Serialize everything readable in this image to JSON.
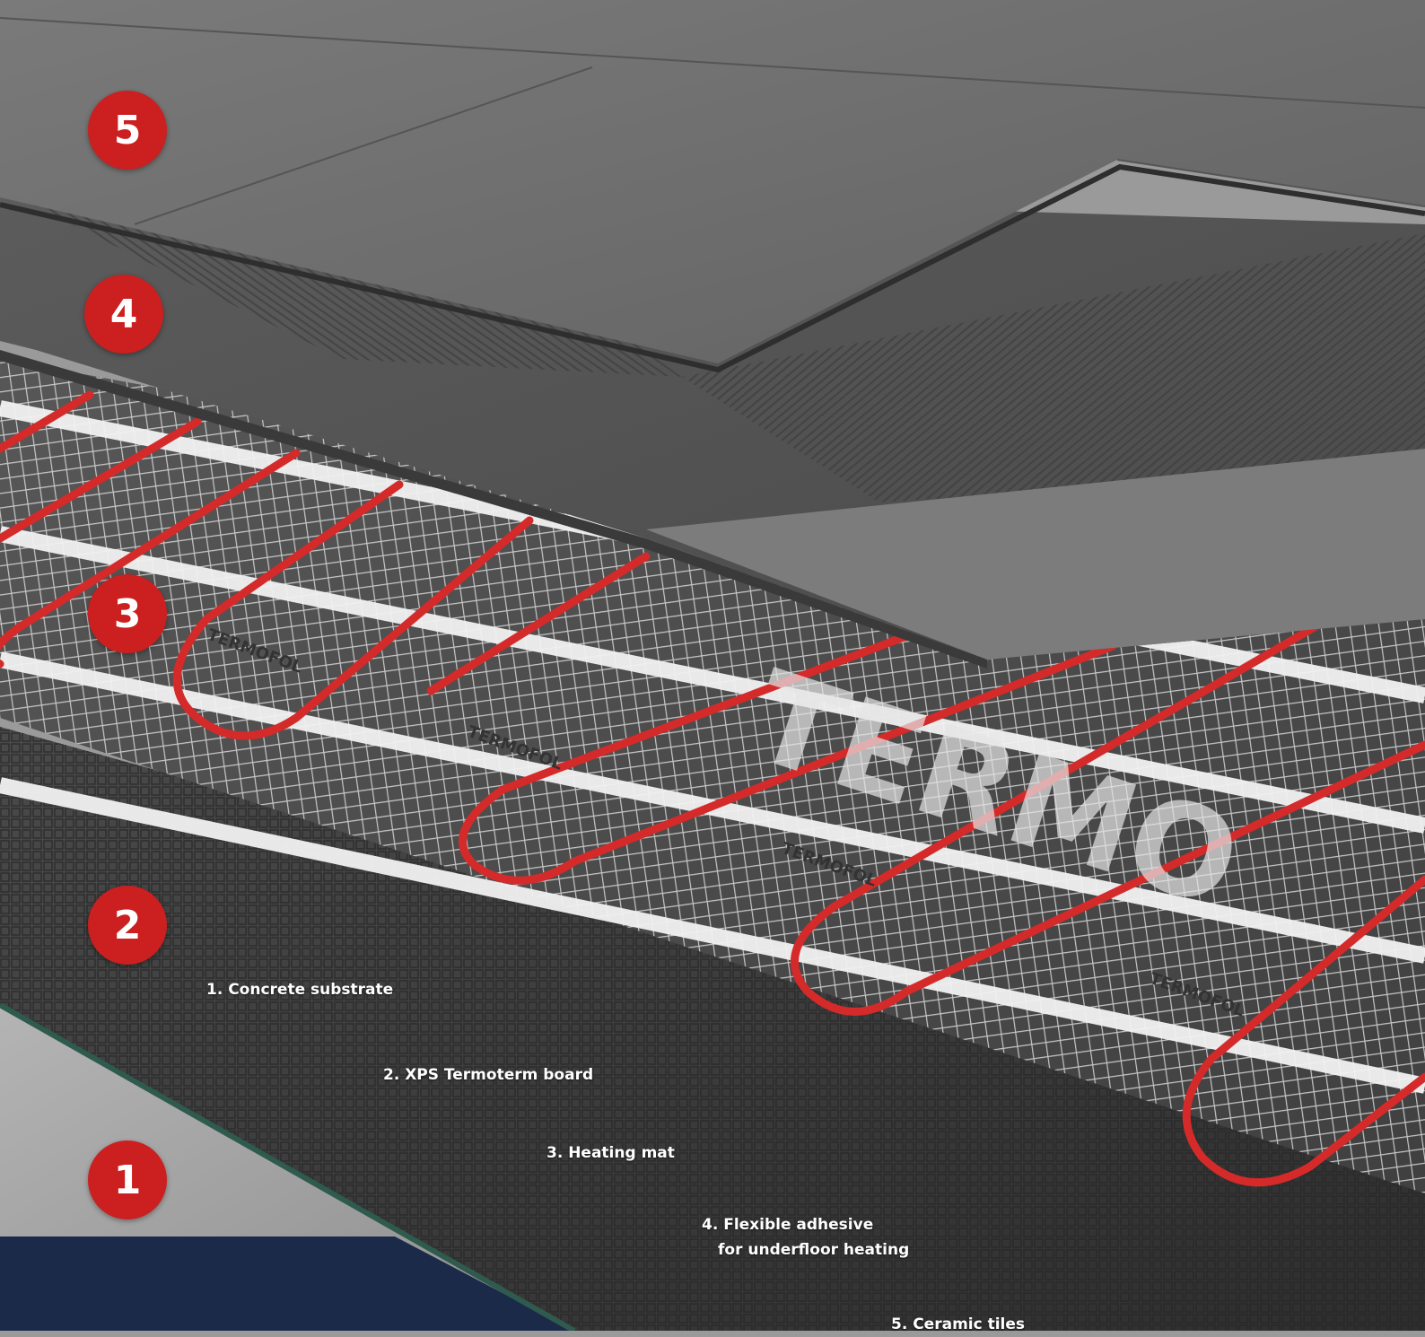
{
  "layers": [
    {
      "number": "1",
      "label": "1. Concrete substrate"
    },
    {
      "number": "2",
      "label": "2. XPS Termoterm board"
    },
    {
      "number": "3",
      "label": "3. Heating mat"
    },
    {
      "number": "4",
      "label": "4. Flexible adhesive",
      "label_line2": "for underfloor heating"
    },
    {
      "number": "5",
      "label": "5. Ceramic tiles"
    }
  ],
  "brand": {
    "mat_print": "TERMOFOL",
    "large_print": "TERMO"
  },
  "colors": {
    "badge": "#cc1f1f",
    "cable": "#d42a2a",
    "navy": "#1b2a48",
    "tile": "#6e6e6e",
    "adhesive": "#5a5a5a",
    "xps": "#3a3a3a",
    "concrete": "#a9a9a9"
  }
}
